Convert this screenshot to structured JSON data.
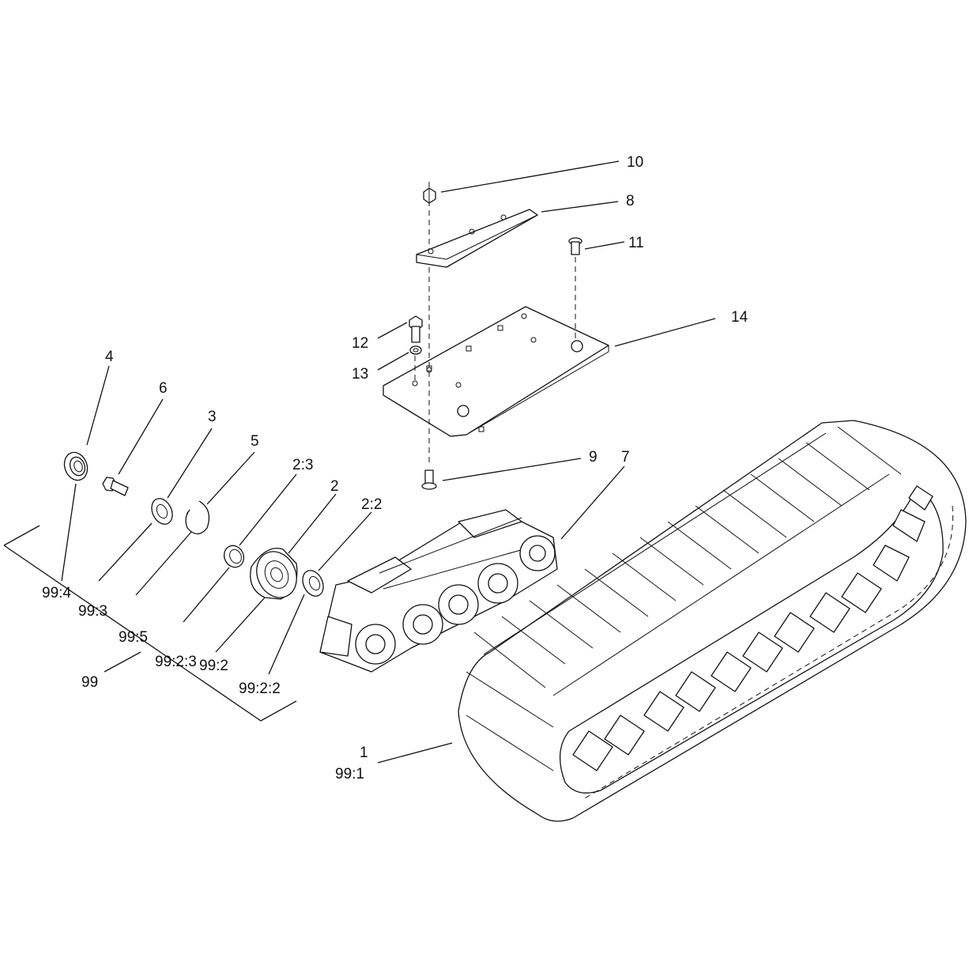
{
  "callouts": {
    "c1": "1",
    "c99_1": "99:1",
    "c2": "2",
    "c99_2": "99:2",
    "c2_2": "2:2",
    "c99_2_2": "99:2:2",
    "c2_3": "2:3",
    "c99_2_3": "99:2:3",
    "c3": "3",
    "c99_3": "99:3",
    "c4": "4",
    "c99_4": "99:4",
    "c5": "5",
    "c99_5": "99:5",
    "c6": "6",
    "c7": "7",
    "c8": "8",
    "c9": "9",
    "c10": "10",
    "c11": "11",
    "c12": "12",
    "c13": "13",
    "c14": "14",
    "c99": "99"
  },
  "icons": {
    "nut": "hex-nut-icon",
    "bolt": "bolt-icon",
    "washer": "washer-icon",
    "bearing": "bearing-icon",
    "roller": "roller-wheel-icon",
    "plate": "mounting-plate-icon",
    "track": "rubber-track-icon",
    "frame": "roller-frame-icon"
  }
}
